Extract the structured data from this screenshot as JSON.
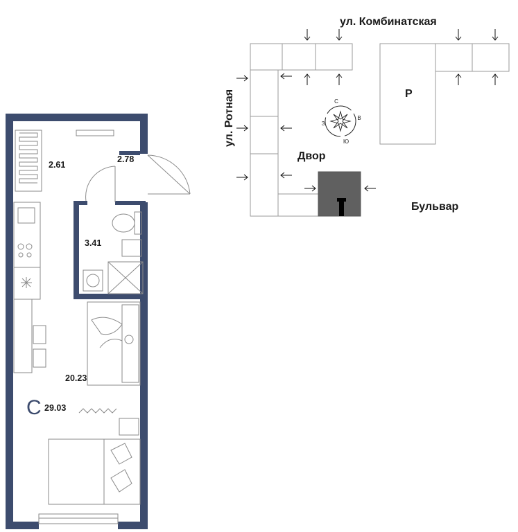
{
  "apartment": {
    "type_letter": "С",
    "total_area": "29.03",
    "rooms": [
      {
        "id": "hall",
        "area": "2.61"
      },
      {
        "id": "corridor",
        "area": "2.78"
      },
      {
        "id": "bathroom",
        "area": "3.41"
      },
      {
        "id": "living",
        "area": "20.23"
      }
    ]
  },
  "site": {
    "street_top": "ул. Комбинатская",
    "street_left": "ул. Ротная",
    "courtyard": "Двор",
    "boulevard": "Бульвар",
    "parking": "Р",
    "compass": {
      "n": "С",
      "e": "В",
      "s": "Ю",
      "w": "З"
    }
  },
  "colors": {
    "wall": "#3d4c6e",
    "selected_section": "#606060",
    "line": "#8a8a8a"
  }
}
